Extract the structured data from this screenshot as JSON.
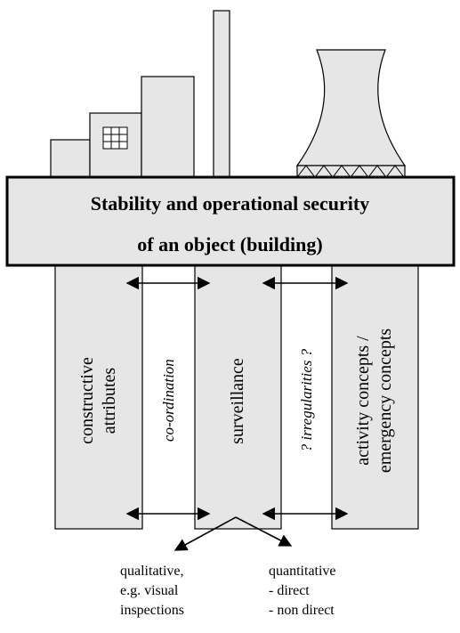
{
  "banner": {
    "line1": "Stability and operational security",
    "line2": "of an object (building)"
  },
  "pillars": {
    "constructive": "constructive\nattributes",
    "surveillance": "surveillance",
    "activity": "activity concepts /\nemergency concepts"
  },
  "links": {
    "coordination": "co-ordination",
    "irregularities": "? irregularities ?"
  },
  "branches": {
    "qualitative": "qualitative,\ne.g. visual\ninspections",
    "quantitative": "quantitative\n- direct\n- non direct"
  },
  "colors": {
    "fill": "#e6e6e6",
    "stroke": "#000000"
  }
}
